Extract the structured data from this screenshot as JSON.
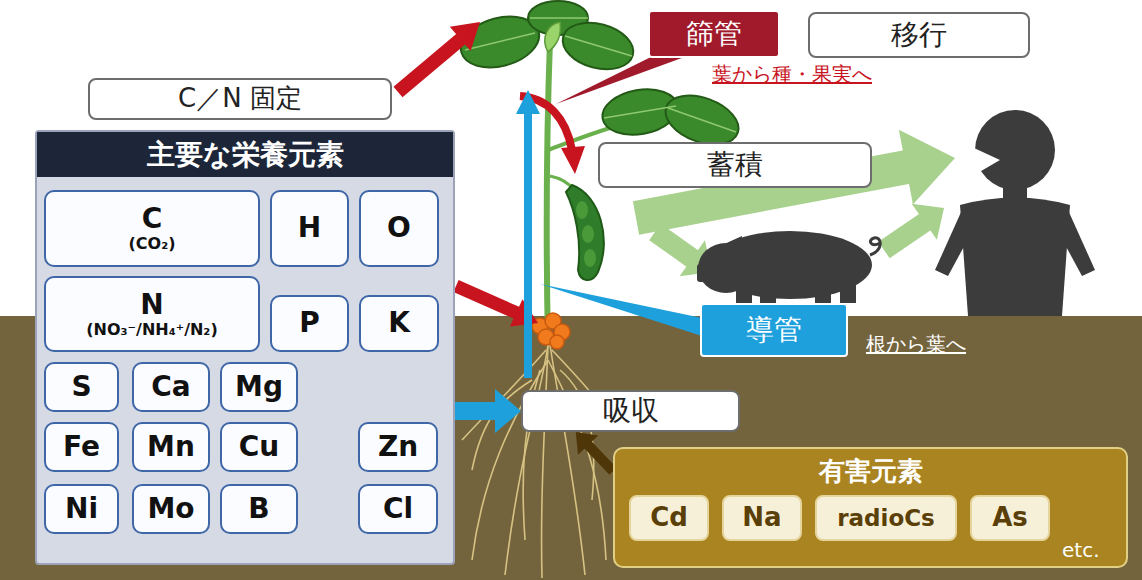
{
  "diagram": {
    "nodes": [
      {
        "text": [
          "篩管"
        ]
      },
      {
        "text": [
          "移行"
        ]
      },
      {
        "text": [
          "C／N 固定"
        ]
      },
      {
        "text": [
          "主要な栄養元素"
        ]
      },
      {
        "text": [
          "C",
          "(CO₂)"
        ],
        "in": 3
      },
      {
        "text": [
          "H"
        ],
        "in": 3
      },
      {
        "text": [
          "O"
        ],
        "in": 3
      },
      {
        "text": [
          "N",
          "(NO₃⁻/NH₄⁺/N₂)"
        ],
        "in": 3
      },
      {
        "text": [
          "P"
        ],
        "in": 3
      },
      {
        "text": [
          "K"
        ],
        "in": 3
      },
      {
        "text": [
          "S"
        ],
        "in": 3
      },
      {
        "text": [
          "Ca"
        ],
        "in": 3
      },
      {
        "text": [
          "Mg"
        ],
        "in": 3
      },
      {
        "text": [
          "Fe"
        ],
        "in": 3
      },
      {
        "text": [
          "Mn"
        ],
        "in": 3
      },
      {
        "text": [
          "Cu"
        ],
        "in": 3
      },
      {
        "text": [
          "Zn"
        ],
        "in": 3
      },
      {
        "text": [
          "Ni"
        ],
        "in": 3
      },
      {
        "text": [
          "Mo"
        ],
        "in": 3
      },
      {
        "text": [
          "B"
        ],
        "in": 3
      },
      {
        "text": [
          "Cl"
        ],
        "in": 3
      },
      {
        "text": [
          "蓄積"
        ]
      },
      {
        "text": [
          "導管"
        ]
      },
      {
        "text": [
          "吸収"
        ]
      },
      {
        "text": [
          "有害元素"
        ]
      },
      {
        "text": [
          "Cd"
        ],
        "in": 24
      },
      {
        "text": [
          "Na"
        ],
        "in": 24
      },
      {
        "text": [
          "radioCs"
        ],
        "in": 24
      },
      {
        "text": [
          "As"
        ],
        "in": 24
      }
    ],
    "edges": [
      {
        "from": 3,
        "to": 23,
        "arrow": "to"
      },
      {
        "from": 24,
        "to": 23,
        "arrow": "to"
      }
    ],
    "labels": [
      "葉から種・果実へ",
      "根から葉へ",
      "etc."
    ]
  }
}
